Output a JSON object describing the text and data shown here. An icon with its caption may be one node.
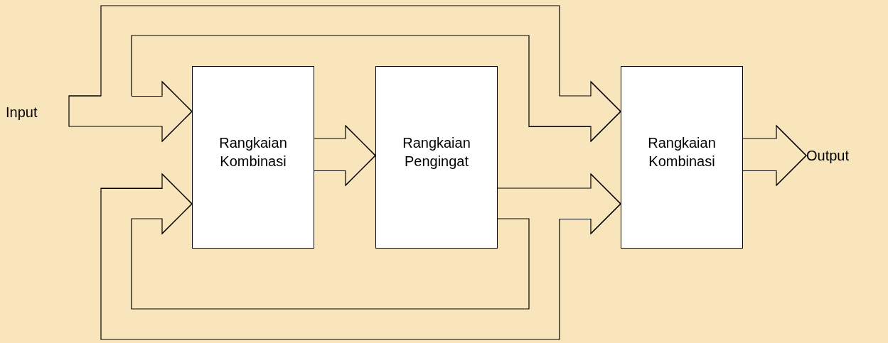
{
  "diagram": {
    "nodes": [
      {
        "text": [
          "Input"
        ]
      },
      {
        "text": [
          "Rangkaian Kombinasi"
        ]
      },
      {
        "text": [
          "Rangkaian Pengingat"
        ]
      },
      {
        "text": [
          "Rangkaian Kombinasi"
        ]
      },
      {
        "text": [
          "Output"
        ]
      }
    ],
    "edges": [
      {
        "from": 0,
        "to": 1,
        "arrow": "to"
      },
      {
        "from": 0,
        "to": 3,
        "arrow": "to"
      },
      {
        "from": 1,
        "to": 2,
        "arrow": "to"
      },
      {
        "from": 2,
        "to": 3,
        "arrow": "to"
      },
      {
        "from": 2,
        "to": 1,
        "arrow": "to"
      },
      {
        "from": 3,
        "to": 4,
        "arrow": "to"
      }
    ]
  }
}
